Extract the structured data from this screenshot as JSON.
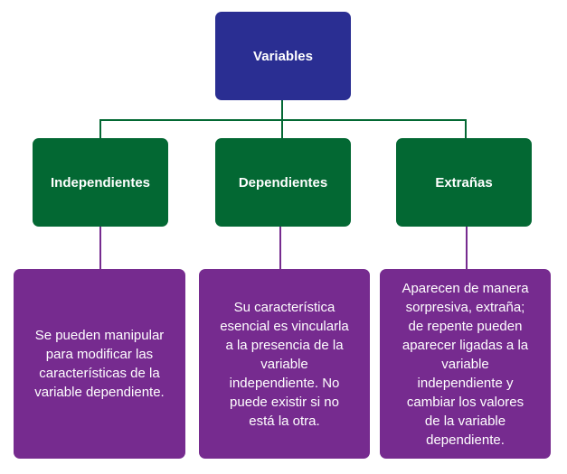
{
  "root": {
    "label": "Variables"
  },
  "categories": [
    {
      "label": "Independientes",
      "description": [
        "Se pueden manipular",
        "para modificar las",
        "características de la",
        "variable dependiente."
      ]
    },
    {
      "label": "Dependientes",
      "description": [
        "Su característica",
        "esencial es vincularla",
        "a la presencia de la",
        "variable",
        "independiente. No",
        "puede existir si no",
        "está la otra."
      ]
    },
    {
      "label": "Extrañas",
      "description": [
        "Aparecen de manera",
        "sorpresiva, extraña;",
        "de repente pueden",
        "aparecer ligadas a la",
        "variable",
        "independiente y",
        "cambiar los valores",
        "de la variable",
        "dependiente."
      ]
    }
  ],
  "colors": {
    "root": "#2a2e92",
    "category": "#036833",
    "description": "#762b8f"
  }
}
